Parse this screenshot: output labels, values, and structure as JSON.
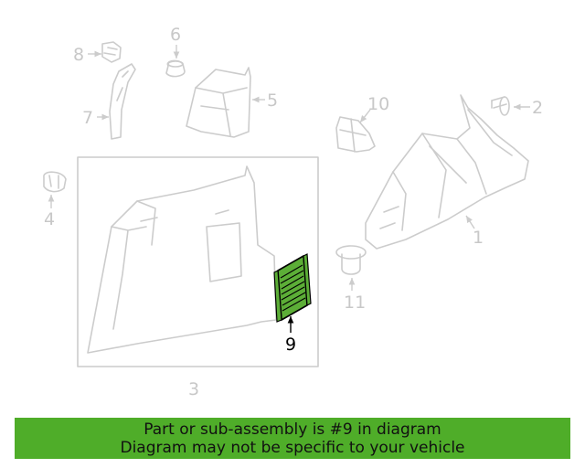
{
  "diagram": {
    "callouts": [
      "1",
      "2",
      "3",
      "4",
      "5",
      "6",
      "7",
      "8",
      "9",
      "10",
      "11"
    ],
    "highlighted_part": "9",
    "highlight_color": "#5cae37",
    "part_color": "#cccccc"
  },
  "banner": {
    "line1": "Part or sub-assembly is #9 in diagram",
    "line2": "Diagram may not be specific to your vehicle",
    "background": "#4fad29"
  }
}
